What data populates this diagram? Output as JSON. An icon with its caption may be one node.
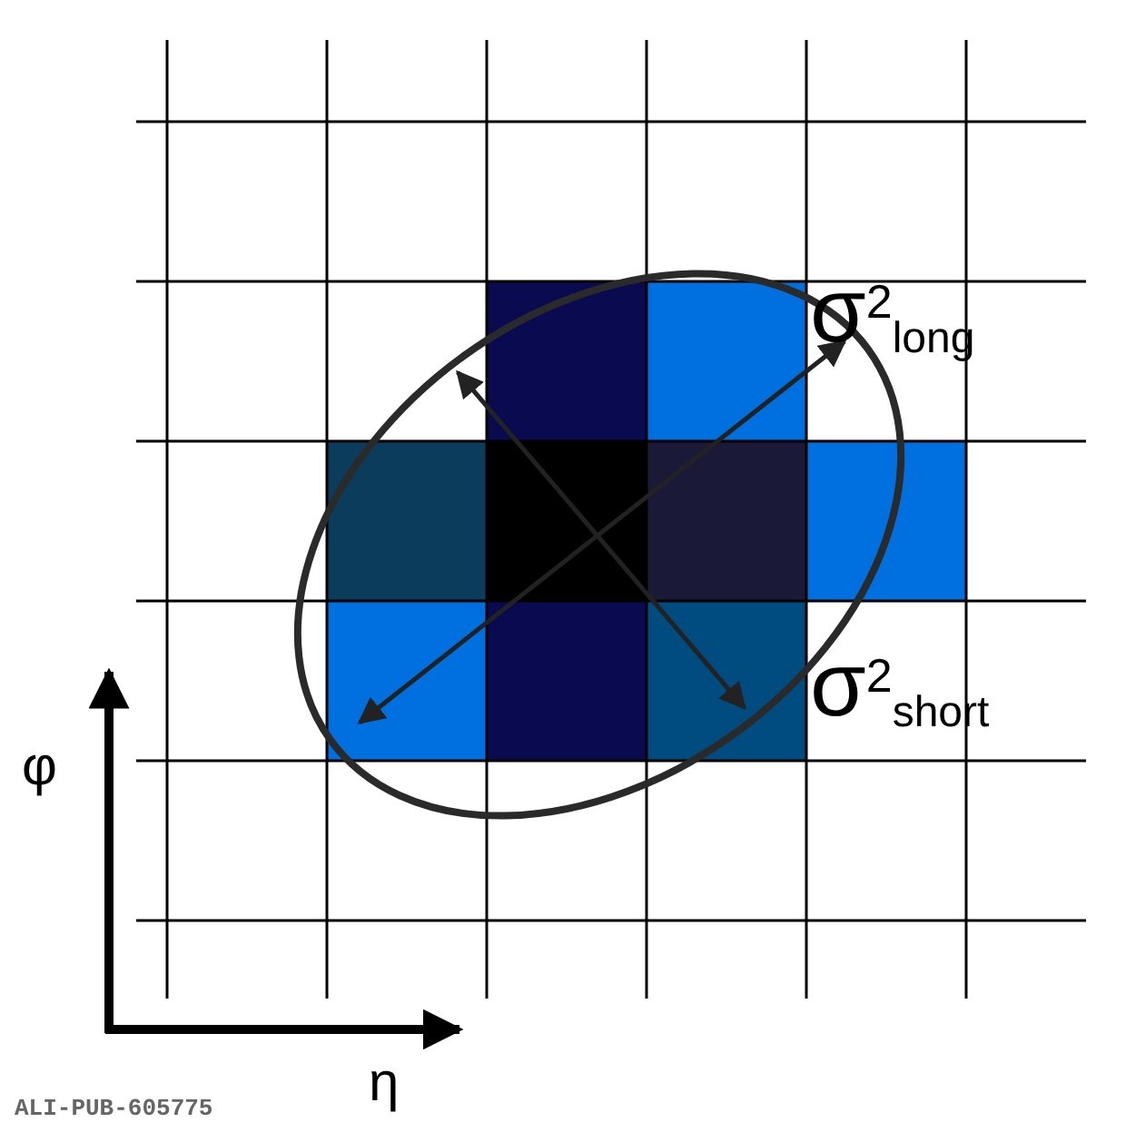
{
  "diagram": {
    "labels": [
      "σ$^{2}$$_{long}$",
      "σ$^{2}$$_{short}$",
      "φ",
      "η",
      "ALI-PUB-605775"
    ]
  }
}
